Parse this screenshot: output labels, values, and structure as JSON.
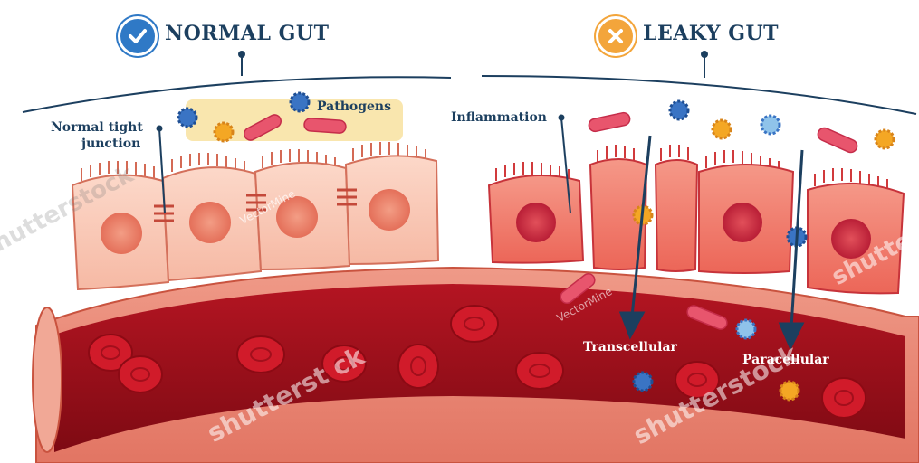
{
  "titles": {
    "normal": "NORMAL GUT",
    "leaky": "LEAKY GUT"
  },
  "labels": {
    "tight_junction_line1": "Normal tight",
    "tight_junction_line2": "junction",
    "pathogens": "Pathogens",
    "inflammation": "Inflammation",
    "transcellular": "Transcellular",
    "paracellular": "Paracellular"
  },
  "watermarks": {
    "brand": "shutterstock",
    "brand_alt": "shutterst ck",
    "author": "VectorMine"
  },
  "icons": {
    "normal_badge": "checkmark-icon",
    "leaky_badge": "cross-icon"
  },
  "colors": {
    "title": "#1c3f5f",
    "normal_badge": "#2f79c6",
    "leaky_badge": "#f3a53b",
    "blood": "#9c0f1a",
    "vessel_wall": "#e88273",
    "normal_cell": "#f7c4b2",
    "inflamed_cell": "#ef7063"
  }
}
